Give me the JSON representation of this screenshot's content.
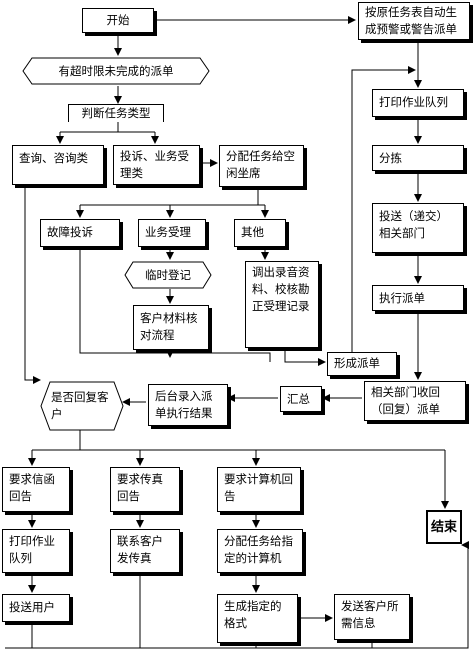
{
  "nodes": {
    "start": "开始",
    "auto_dispatch": "按原任务表自动生成预警或警告派单",
    "overdue": "有超时限未完成的派单",
    "judge_type": "判断任务类型",
    "query": "查询、咨询类",
    "complaint_business": "投诉、业务受理类",
    "assign_idle_seat": "分配任务给空闲坐席",
    "print_queue": "打印作业队列",
    "sorting": "分拣",
    "send_departments": "投送（递交）相关部门",
    "fault_complaint": "故障投诉",
    "business_accept": "业务受理",
    "other": "其他",
    "temp_register": "临时登记",
    "recording_review": "调出录音资料、校核勘正受理记录",
    "customer_material": "客户材料核对流程",
    "execute_dispatch": "执行派单",
    "form_dispatch": "形成派单",
    "reply_customer": "是否回复客户",
    "backend_entry": "后台录入派单执行结果",
    "summary": "汇总",
    "dept_receipt": "相关部门收回（回复）派单",
    "letter_reply": "要求信函回告",
    "fax_reply": "要求传真回告",
    "computer_reply": "要求计算机回告",
    "end": "结束",
    "print_queue_2": "打印作业队列",
    "contact_fax": "联系客户发传真",
    "assign_computer": "分配任务给指定的计算机",
    "deliver_user": "投送用户",
    "gen_format": "生成指定的格式",
    "send_info": "发送客户所需信息"
  }
}
